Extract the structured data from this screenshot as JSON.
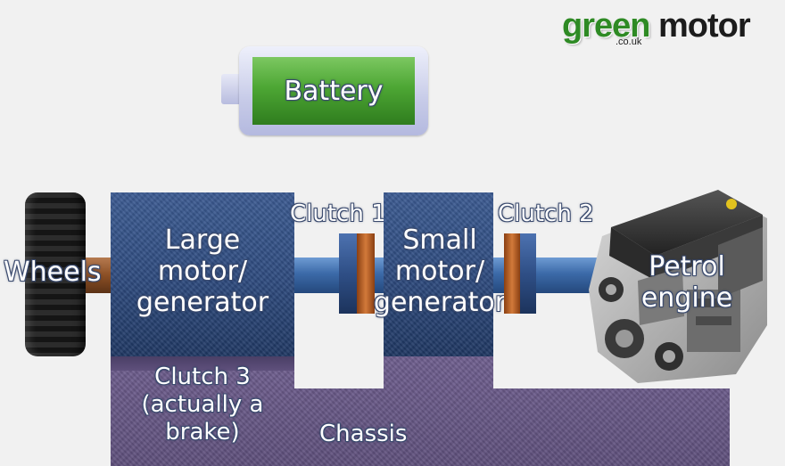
{
  "logo": {
    "green": "green",
    "motor": "motor",
    "domain": ".co.uk"
  },
  "battery": {
    "label": "Battery"
  },
  "wheels": {
    "label": "Wheels"
  },
  "large_motor": {
    "lines": [
      "Large",
      "motor/",
      "generator"
    ]
  },
  "small_motor": {
    "lines": [
      "Small",
      "motor/",
      "generator"
    ]
  },
  "clutch1": {
    "label": "Clutch 1"
  },
  "clutch2": {
    "label": "Clutch 2"
  },
  "clutch3": {
    "lines": [
      "Clutch 3",
      "(actually a",
      "brake)"
    ]
  },
  "chassis": {
    "label": "Chassis"
  },
  "engine": {
    "lines": [
      "Petrol",
      "engine"
    ]
  },
  "colors": {
    "logo_green": "#2e8a24",
    "battery_green": "#3f9a2b",
    "chassis_purple": "#5f507c",
    "motor_blue": "#2f4c80",
    "clutch_orange": "#c06a2c"
  }
}
